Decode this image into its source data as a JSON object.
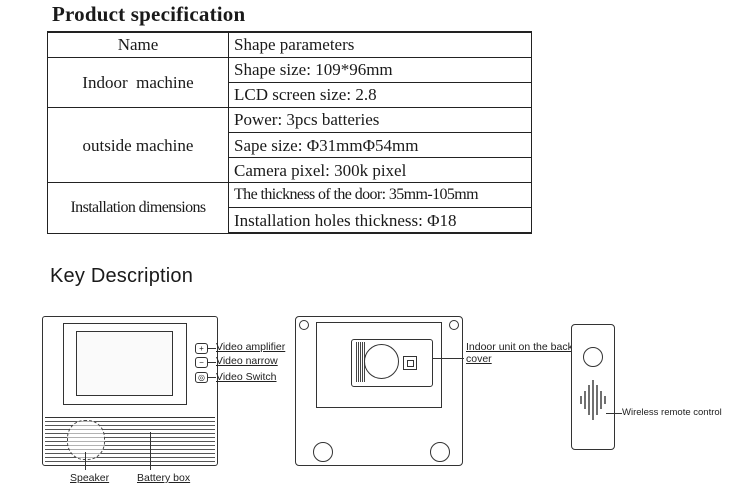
{
  "spec": {
    "title": "Product specification",
    "header": {
      "name": "Name",
      "value": "Shape parameters"
    },
    "groups": [
      {
        "name": "Indoor  machine",
        "rows": [
          "Shape size: 109*96mm",
          "LCD screen size: 2.8"
        ]
      },
      {
        "name": "outside machine",
        "rows": [
          "Power: 3pcs batteries",
          "Sape size: Φ31mmΦ54mm",
          "Camera pixel: 300k pixel"
        ]
      },
      {
        "name": "Installation dimensions",
        "rows": [
          "The thickness of the door: 35mm-105mm",
          "Installation holes thickness: Φ18"
        ]
      }
    ]
  },
  "keys": {
    "title": "Key Description",
    "buttons": [
      {
        "symbol": "+",
        "label": "Video amplifier"
      },
      {
        "symbol": "−",
        "label": "Video narrow"
      },
      {
        "symbol": "◎",
        "label": "Video Switch"
      }
    ],
    "speaker_label": "Speaker",
    "battery_label": "Battery box",
    "back_cover_label": "Indoor unit on the back cover",
    "remote_label": "Wireless remote control"
  }
}
